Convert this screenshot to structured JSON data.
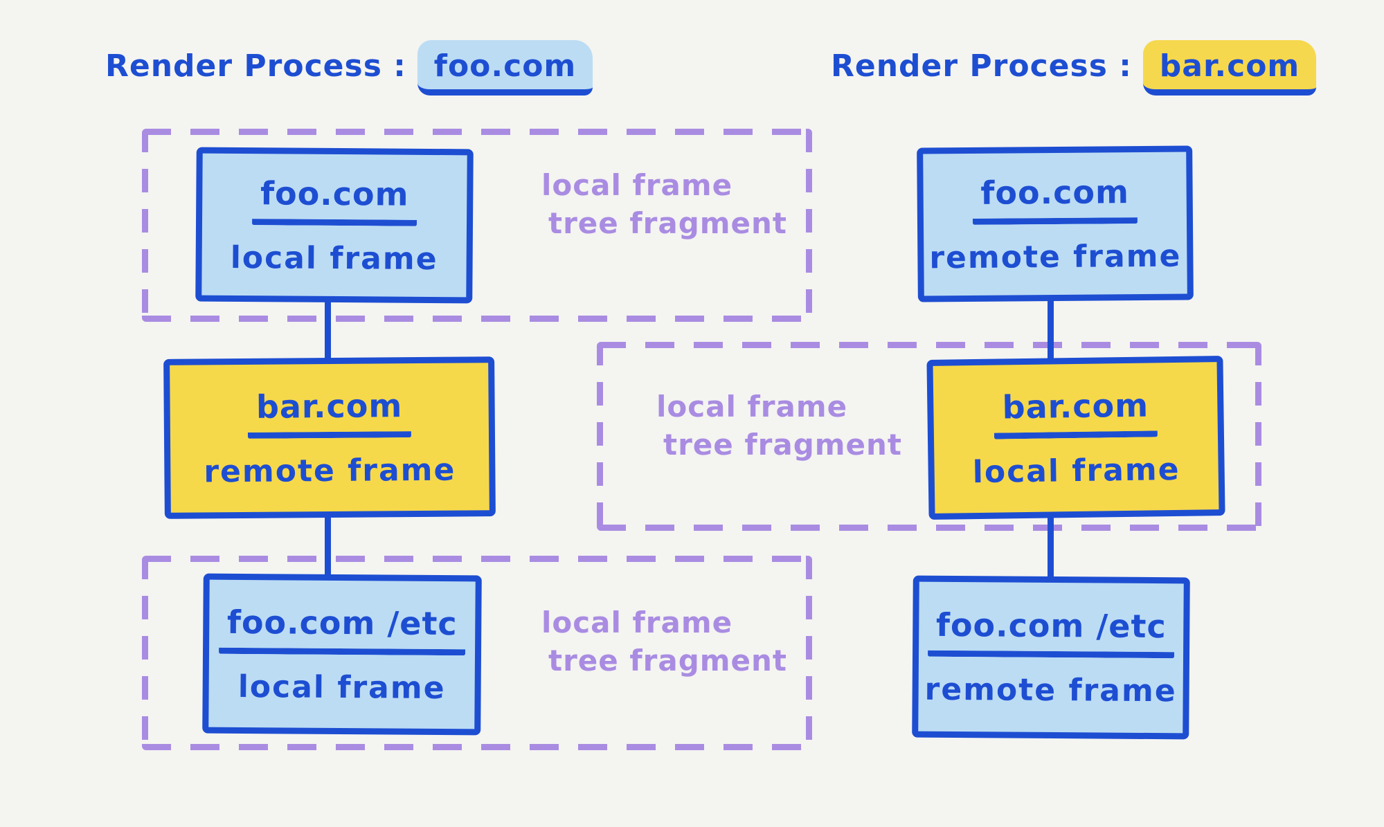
{
  "colors": {
    "background": "#f4f4f1",
    "ink": "#1d4ed2",
    "blue_fill": "#bcdcf4",
    "yellow_fill": "#f6d84b",
    "purple": "#a98ce2",
    "highlight_blue": "#bcdcf4",
    "highlight_yellow": "#f6d84e"
  },
  "left": {
    "title_prefix": "Render Process :",
    "title_domain": "foo.com",
    "fragment_top": {
      "line1": "local frame",
      "line2": "tree fragment"
    },
    "fragment_bottom": {
      "line1": "local frame",
      "line2": "tree fragment"
    },
    "node_top": {
      "domain": "foo.com",
      "type": "local frame"
    },
    "node_middle": {
      "domain": "bar.com",
      "type": "remote frame"
    },
    "node_bottom": {
      "domain": "foo.com /etc",
      "type": "local frame"
    }
  },
  "right": {
    "title_prefix": "Render Process :",
    "title_domain": "bar.com",
    "fragment_middle": {
      "line1": "local frame",
      "line2": "tree fragment"
    },
    "node_top": {
      "domain": "foo.com",
      "type": "remote frame"
    },
    "node_middle": {
      "domain": "bar.com",
      "type": "local frame"
    },
    "node_bottom": {
      "domain": "foo.com /etc",
      "type": "remote frame"
    }
  }
}
